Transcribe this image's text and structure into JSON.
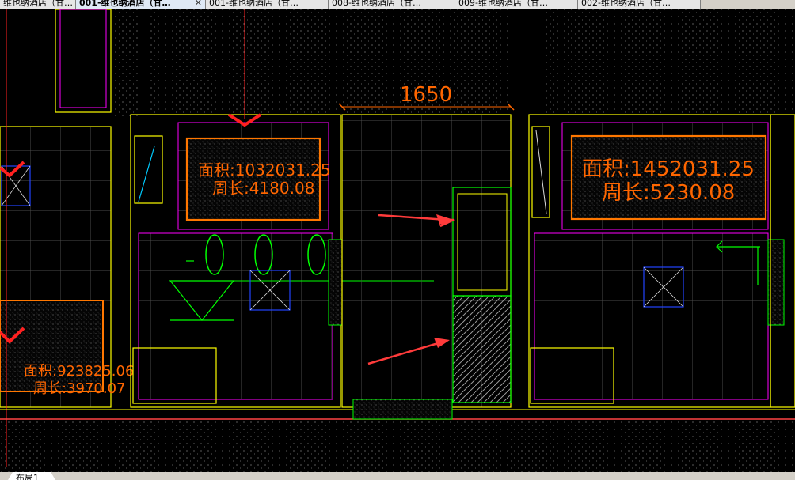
{
  "tabs": [
    {
      "label": "维也纳酒店（甘…",
      "active": false
    },
    {
      "label": "001-维也纳酒店（甘…",
      "active": true
    },
    {
      "label": "001-维也纳酒店（甘…",
      "active": false
    },
    {
      "label": "008-维也纳酒店（甘…",
      "active": false
    },
    {
      "label": "009-维也纳酒店（甘…",
      "active": false
    },
    {
      "label": "002-维也纳酒店（甘…",
      "active": false
    }
  ],
  "drawing": {
    "dimension": "1650",
    "room_left": {
      "area": "面积:923825.06",
      "perimeter": "周长:3970.07"
    },
    "room_center": {
      "area": "面积:1032031.25",
      "perimeter": "周长:4180.08"
    },
    "room_right": {
      "area": "面积:1452031.25",
      "perimeter": "周长:5230.08"
    }
  },
  "layout_tab": "布局1",
  "colors": {
    "wall": "#ffff00",
    "room_outline": "#ff00ff",
    "area_box": "#ff7700",
    "dimension": "#ff6600",
    "fixture": "#00ff00",
    "grid": "#4a4a4a",
    "arrow": "#ff2a2a"
  }
}
